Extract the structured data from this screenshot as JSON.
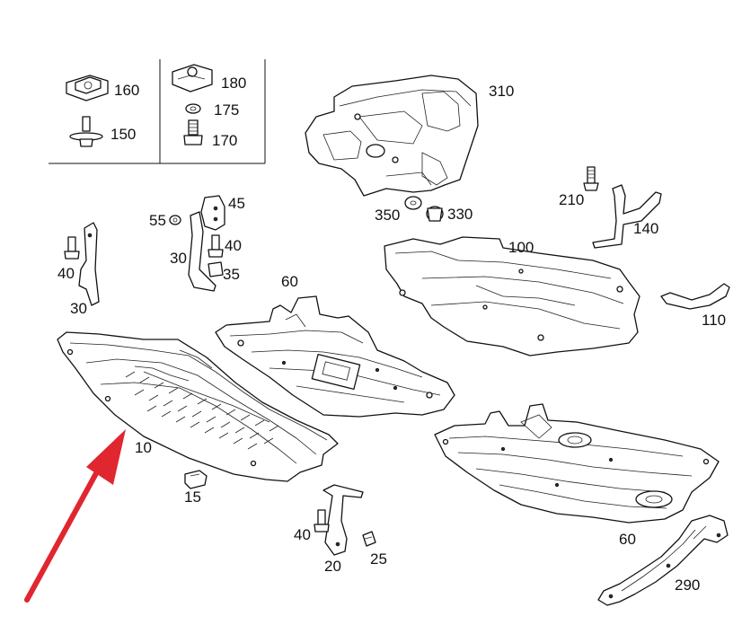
{
  "diagram": {
    "labels": {
      "l160": "160",
      "l150": "150",
      "l180": "180",
      "l175": "175",
      "l170": "170",
      "l310": "310",
      "l350": "350",
      "l330": "330",
      "l210": "210",
      "l140": "140",
      "l100": "100",
      "l110": "110",
      "l55": "55",
      "l45": "45",
      "l40a": "40",
      "l30a": "30",
      "l35": "35",
      "l40b": "40",
      "l30b": "30",
      "l60a": "60",
      "l10": "10",
      "l15": "15",
      "l40c": "40",
      "l20": "20",
      "l25": "25",
      "l60b": "60",
      "l290": "290"
    },
    "arrow_color": "#e0262f"
  }
}
